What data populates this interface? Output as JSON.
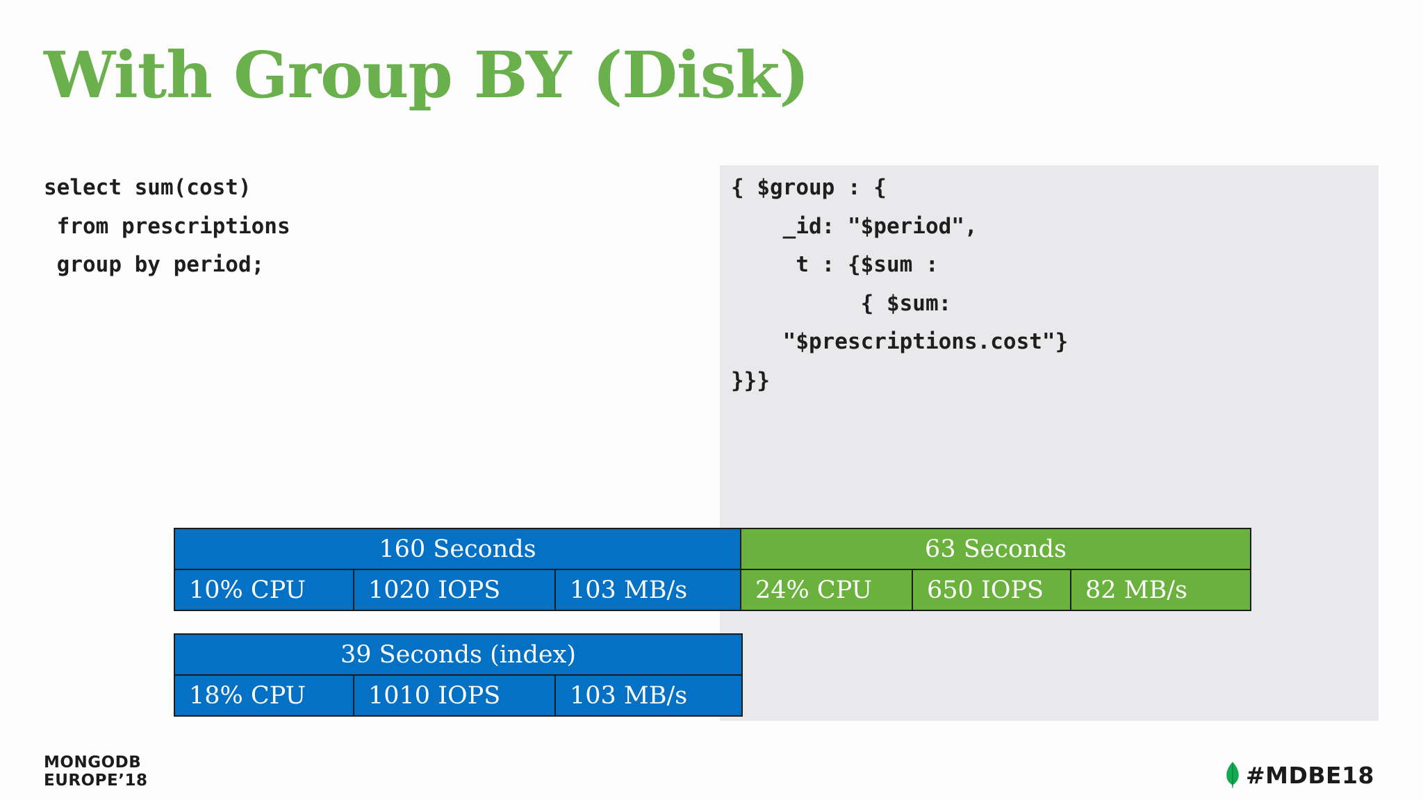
{
  "slide": {
    "title": "With Group BY (Disk)"
  },
  "sql_code": [
    "select sum(cost)",
    " from prescriptions",
    " group by period;"
  ],
  "mongo_code": [
    "{ $group : {",
    "    _id: \"$period\",",
    "     t : {$sum :",
    "          { $sum:",
    "    \"$prescriptions.cost\"}",
    "}}}"
  ],
  "results": {
    "disk": {
      "header": "160 Seconds",
      "cells": [
        "10% CPU",
        "1020 IOPS",
        "103 MB/s"
      ],
      "color": "#0471c4"
    },
    "mongo": {
      "header": "63 Seconds",
      "cells": [
        "24% CPU",
        "650 IOPS",
        "82 MB/s"
      ],
      "color": "#6ab13e"
    },
    "index": {
      "header": "39 Seconds (index)",
      "cells": [
        "18% CPU",
        "1010 IOPS",
        "103 MB/s"
      ],
      "color": "#0471c4"
    }
  },
  "footer": {
    "brand_line1": "MONGODB",
    "brand_line2": "EUROPE’18",
    "hashtag": "#MDBE18",
    "leaf_icon": "mongodb-leaf-icon",
    "leaf_color": "#13aa52"
  },
  "colors": {
    "title": "#6ab04c",
    "code_panel": "#e9e8ea"
  }
}
